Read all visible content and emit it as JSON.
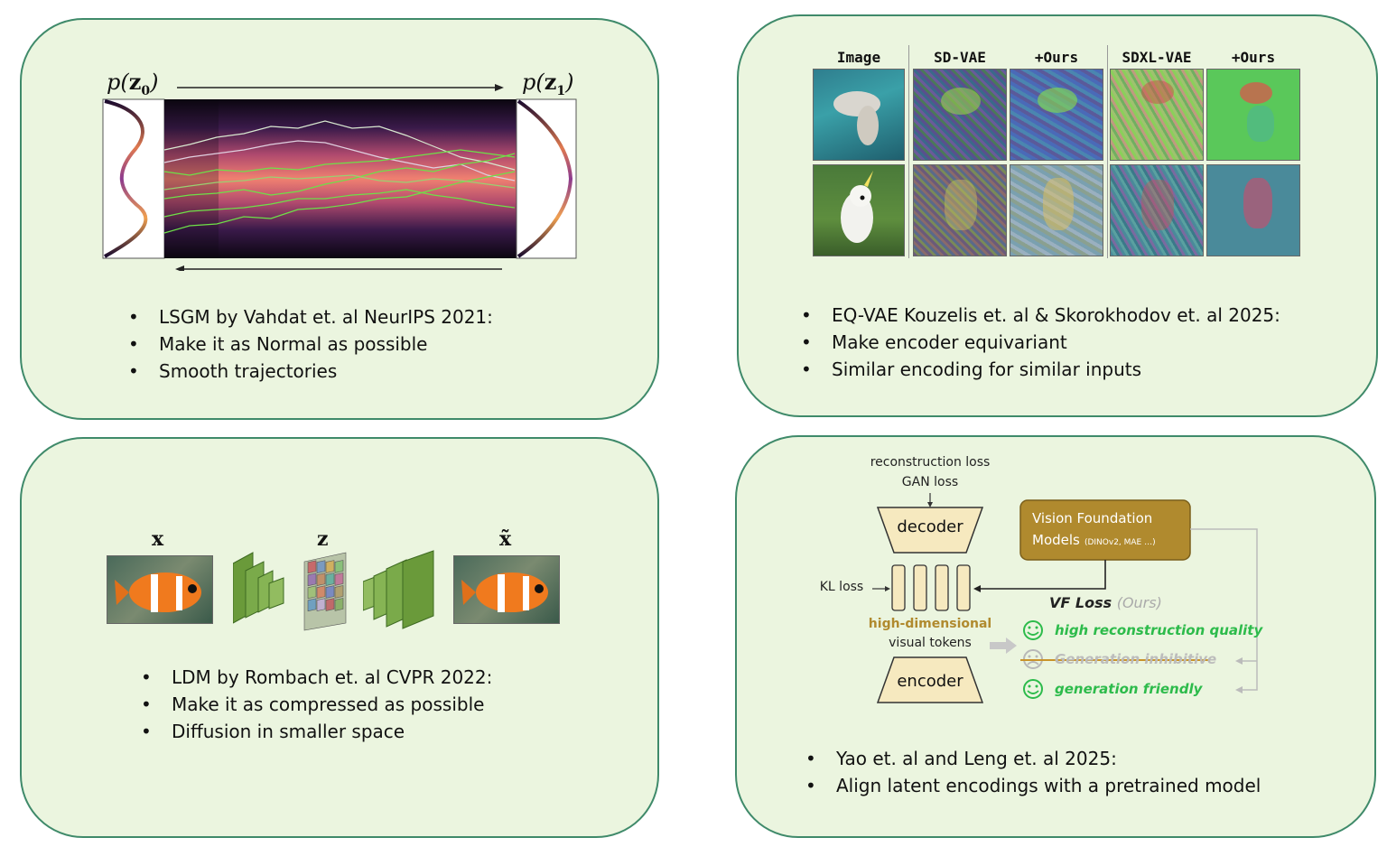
{
  "panels": {
    "lsgm": {
      "label_p0": "p(z0)",
      "label_p1": "p(z1)",
      "bullets": [
        "LSGM by Vahdat et. al NeurIPS 2021:",
        "Make it as Normal as possible",
        "Smooth trajectories"
      ]
    },
    "eqvae": {
      "columns": [
        "Image",
        "SD-VAE",
        "+Ours",
        "SDXL-VAE",
        "+Ours"
      ],
      "bullets": [
        "EQ-VAE Kouzelis et. al & Skorokhodov et. al 2025:",
        "Make encoder equivariant",
        "Similar encoding for similar inputs"
      ]
    },
    "ldm": {
      "label_x": "x",
      "label_z": "z",
      "label_xtilde": "x̃",
      "bullets": [
        "LDM by Rombach et. al CVPR 2022:",
        "Make it as compressed as possible",
        "Diffusion in smaller space"
      ]
    },
    "vavae": {
      "recon_loss": "reconstruction loss",
      "gan_loss": "GAN loss",
      "decoder": "decoder",
      "encoder": "encoder",
      "kl_loss": "KL loss",
      "vfm_title": "Vision Foundation",
      "vfm_models": "Models",
      "vfm_sub": "(DINOv2, MAE …)",
      "high_dim": "high-dimensional",
      "visual_tokens": "visual tokens",
      "vf_loss": "VF Loss",
      "ours": "(Ours)",
      "item1": "high reconstruction quality",
      "item2": "Generation inhibitive",
      "item3": "generation friendly",
      "bullets": [
        "Yao et. al and Leng et. al 2025:",
        "Align latent encodings with a pretrained model"
      ]
    }
  },
  "colors": {
    "panel_bg": "#ebf5df",
    "panel_border": "#3f8a6a",
    "vfm_box": "#b08a2e",
    "green_text": "#2dbb4b",
    "token_fill": "#f6e9bf"
  }
}
